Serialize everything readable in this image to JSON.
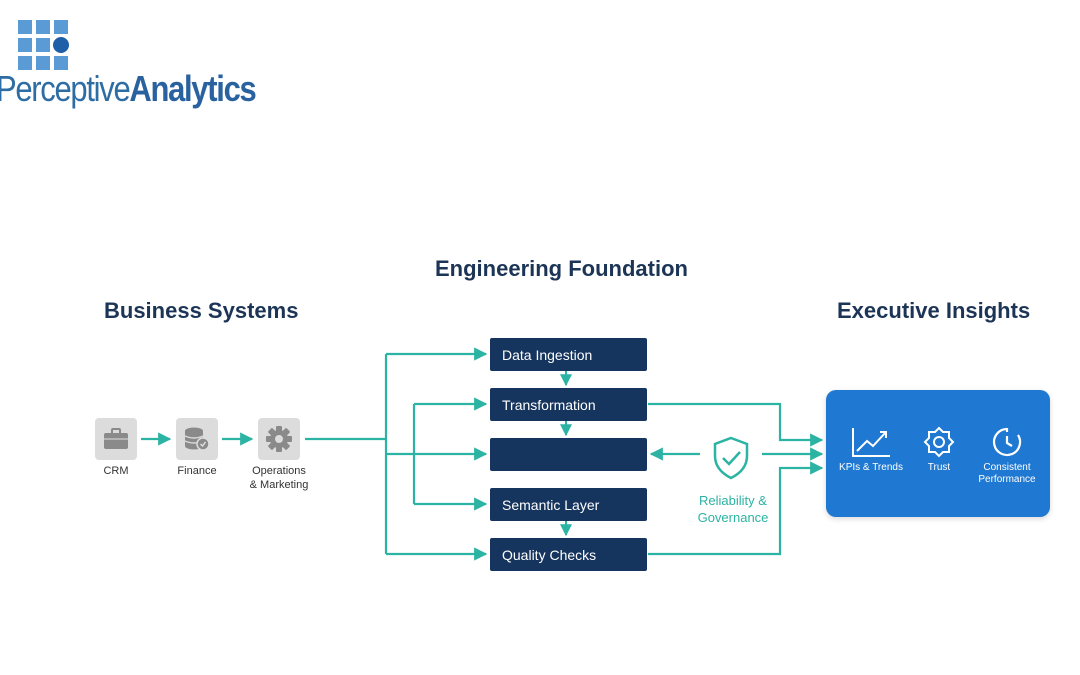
{
  "logo": {
    "light": "Perceptive",
    "bold": "Analytics"
  },
  "headings": {
    "left": "Business Systems",
    "center": "Engineering Foundation",
    "right": "Executive Insights"
  },
  "sources": [
    {
      "label": "CRM",
      "icon": "briefcase-icon"
    },
    {
      "label": "Finance",
      "icon": "database-icon"
    },
    {
      "label": "Operations\n& Marketing",
      "icon": "gear-icon"
    }
  ],
  "pipeline": [
    {
      "label": "Data Ingestion"
    },
    {
      "label": "Transformation"
    },
    {
      "label": ""
    },
    {
      "label": "Semantic Layer"
    },
    {
      "label": "Quality Checks"
    }
  ],
  "governance": {
    "label": "Reliability &\nGovernance",
    "icon": "shield-check-icon"
  },
  "insights": [
    {
      "label": "KPIs & Trends",
      "icon": "trend-chart-icon"
    },
    {
      "label": "Trust",
      "icon": "badge-gear-icon"
    },
    {
      "label": "Consistent\nPerformance",
      "icon": "clock-icon"
    }
  ],
  "colors": {
    "navy": "#15345e",
    "teal": "#2bb3a3",
    "card": "#1f78d1",
    "heading": "#1c3556"
  }
}
